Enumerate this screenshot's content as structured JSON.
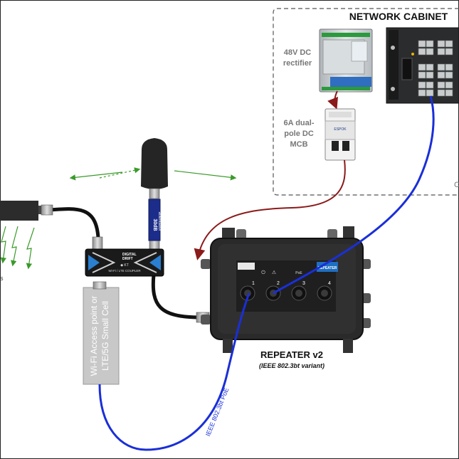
{
  "cabinet": {
    "title": "NETWORK CABINET",
    "edge_letter": "C"
  },
  "rectifier": {
    "label_line1": "48V DC",
    "label_line2": "rectifier"
  },
  "mcb": {
    "label_line1": "6A dual-",
    "label_line2": "pole DC",
    "label_line3": "MCB",
    "brand": "ESPOK"
  },
  "repeater": {
    "title": "REPEATER v2",
    "subtitle": "(IEEE 802.3bt variant)",
    "brand": "REPEATER",
    "port_labels": [
      "1",
      "2",
      "3",
      "4"
    ],
    "poe_label": "PoE"
  },
  "coupler": {
    "brand_line1": "DIGITAL",
    "brand_line2": "DRIFT",
    "sub_brand": "◆ KT",
    "caption": "Wi-Fi / LTE COUPLER"
  },
  "attenuator": {
    "label_line1": "30dB",
    "label_line2": "attenuator"
  },
  "access_point": {
    "label_line1": "Wi-Fi Access point or",
    "label_line2": "LTE/5G Small Cell"
  },
  "cable": {
    "label": "IEEE 802.3bt PoE"
  },
  "left_edge": {
    "fragment": "s"
  },
  "colors": {
    "poe_cable": "#1a2fd8",
    "dc_cable": "#8b1a1a",
    "rf_signal": "#3a9a2a",
    "enclosure": "#2a2a2a",
    "cabinet_border": "#555555"
  }
}
